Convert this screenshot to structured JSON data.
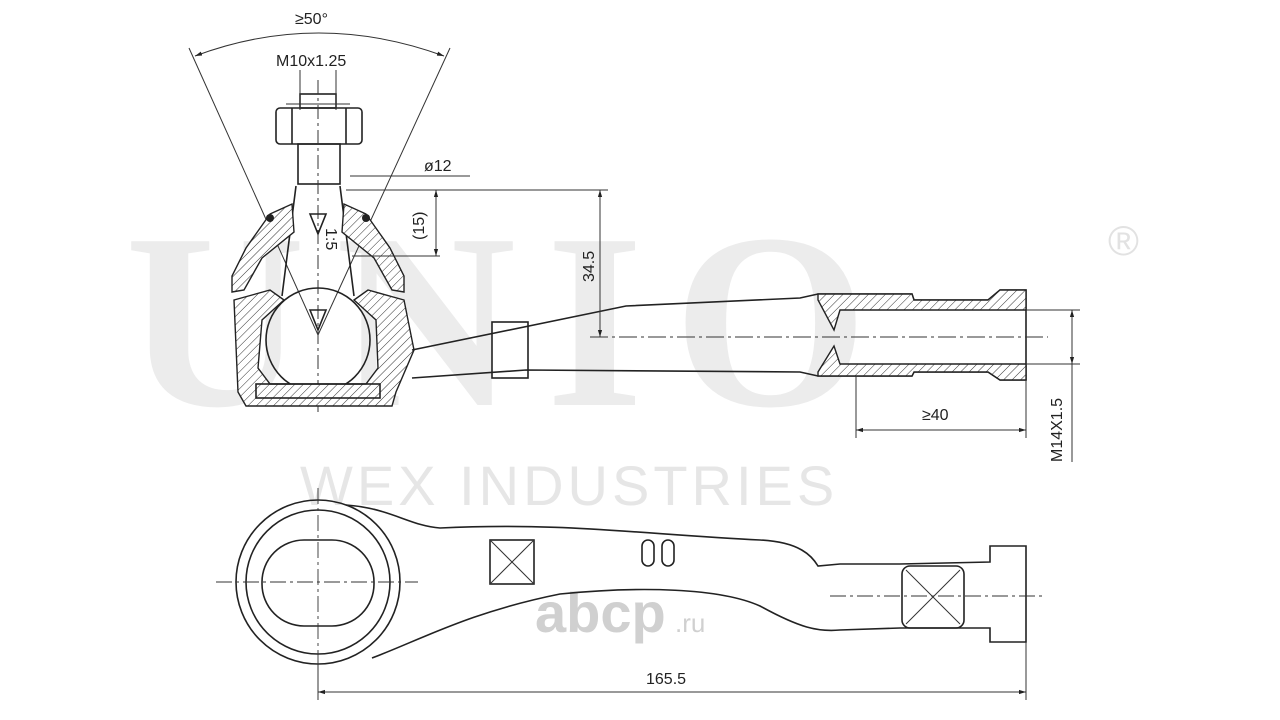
{
  "watermark": {
    "brand": "UNIO",
    "registered": "®",
    "company": "WEX INDUSTRIES",
    "marketplace": "abcp",
    "marketplace_tld": ".ru"
  },
  "dimensions": {
    "cone_angle": "≥50°",
    "stud_thread": "M10x1.25",
    "stud_diameter": "ø12",
    "taper_length": "(15)",
    "taper_ratio": "1:5",
    "stud_height": "34.5",
    "thread_depth": "≥40",
    "rod_thread": "M14X1.5",
    "overall_length": "165.5"
  },
  "colors": {
    "line": "#222222",
    "watermark": "#ececec"
  }
}
